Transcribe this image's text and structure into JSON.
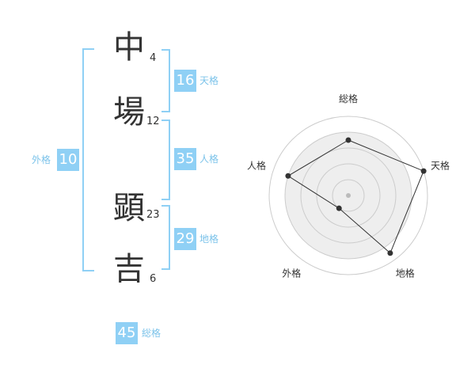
{
  "chars": [
    {
      "char": "中",
      "strokes": "4"
    },
    {
      "char": "場",
      "strokes": "12"
    },
    {
      "char": "顕",
      "strokes": "23"
    },
    {
      "char": "吉",
      "strokes": "6"
    }
  ],
  "fortunes": {
    "ten": {
      "value": "16",
      "label": "天格"
    },
    "jin": {
      "value": "35",
      "label": "人格"
    },
    "chi": {
      "value": "29",
      "label": "地格"
    },
    "gai": {
      "value": "10",
      "label": "外格"
    },
    "sou": {
      "value": "45",
      "label": "総格"
    }
  },
  "colors": {
    "accent": "#8fd0f5",
    "accent_text": "#7cc3ea",
    "radar_fill": "#eeeeee"
  },
  "chart_data": {
    "type": "radar",
    "axes": [
      "総格",
      "天格",
      "地格",
      "外格",
      "人格"
    ],
    "values": [
      0.7,
      1.0,
      0.9,
      0.2,
      0.8
    ],
    "rings": 5
  }
}
